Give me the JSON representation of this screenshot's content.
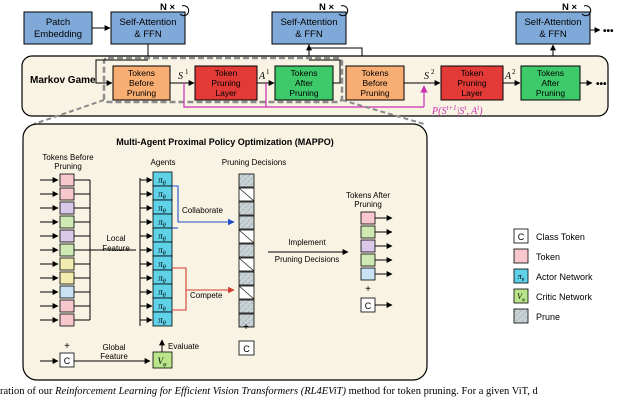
{
  "colors": {
    "blue_box": "#7fa9d8",
    "orange": "#f8ad72",
    "red": "#e23b37",
    "green": "#3ec96a",
    "cyan": "#5fd2e8",
    "light_green": "#b9e68a",
    "pink": "#f6c7cd",
    "purple": "#d9c8ea",
    "light_green_token": "#cfe9b4",
    "light_blue_token": "#c9e1f4",
    "yellow_token": "#f3ecb1",
    "panel_fill": "#f8f3e3",
    "pink_arrow": "#cc2fb4",
    "collaborate_blue": "#1f4fc9",
    "compete_red": "#d43b30",
    "gray_hatch": "#c9d3d6"
  },
  "top": {
    "patch_embedding": [
      "Patch",
      "Embedding"
    ],
    "attn_label": [
      "Self-Attention",
      "& FFN"
    ],
    "n_times": "N ×",
    "ellipsis": "•••"
  },
  "markov": {
    "title": "Markov Game",
    "tokens_before": [
      "Tokens",
      "Before",
      "Pruning"
    ],
    "pruning_layer": [
      "Token",
      "Pruning",
      "Layer"
    ],
    "tokens_after": [
      "Tokens",
      "After",
      "Pruning"
    ],
    "s1": "S",
    "s1_sup": "1",
    "a1": "A",
    "a1_sup": "1",
    "s2": "S",
    "s2_sup": "2",
    "a2": "A",
    "a2_sup": "2",
    "transition": "P(S",
    "transition_sup": "t+1",
    "transition_rest": "|S",
    "transition_sup2": "t",
    "transition_rest2": ", A",
    "transition_sup3": "t",
    "transition_end": ")",
    "ellipsis": "•••"
  },
  "mappo": {
    "title": "Multi-Agent Proximal Policy Optimization (MAPPO)",
    "tokens_before": [
      "Tokens Before",
      "Pruning"
    ],
    "agents": "Agents",
    "pruning_decisions": "Pruning Decisions",
    "tokens_after": [
      "Tokens After",
      "Pruning"
    ],
    "local_feature": [
      "Local",
      "Feature"
    ],
    "global_feature": [
      "Global",
      "Feature"
    ],
    "collaborate": "Collaborate",
    "compete": "Compete",
    "evaluate": "Evaluate",
    "implement": [
      "Implement",
      "Pruning Decisions"
    ],
    "class_token": "C",
    "plus": "+",
    "actor_symbol": "π",
    "actor_sub": "θ",
    "critic_symbol": "V",
    "critic_sub": "φ"
  },
  "legend": [
    {
      "label": "Class Token",
      "kind": "class"
    },
    {
      "label": "Token",
      "kind": "token"
    },
    {
      "label": "Actor Network",
      "kind": "actor"
    },
    {
      "label": "Critic Network",
      "kind": "critic"
    },
    {
      "label": "Prune",
      "kind": "prune"
    }
  ],
  "caption": {
    "part1": "ration of our ",
    "part2": "Reinforcement Learning for Efficient Vision Transformers (RL4EViT)",
    "part3": " method for token pruning. For a given ViT, d"
  }
}
